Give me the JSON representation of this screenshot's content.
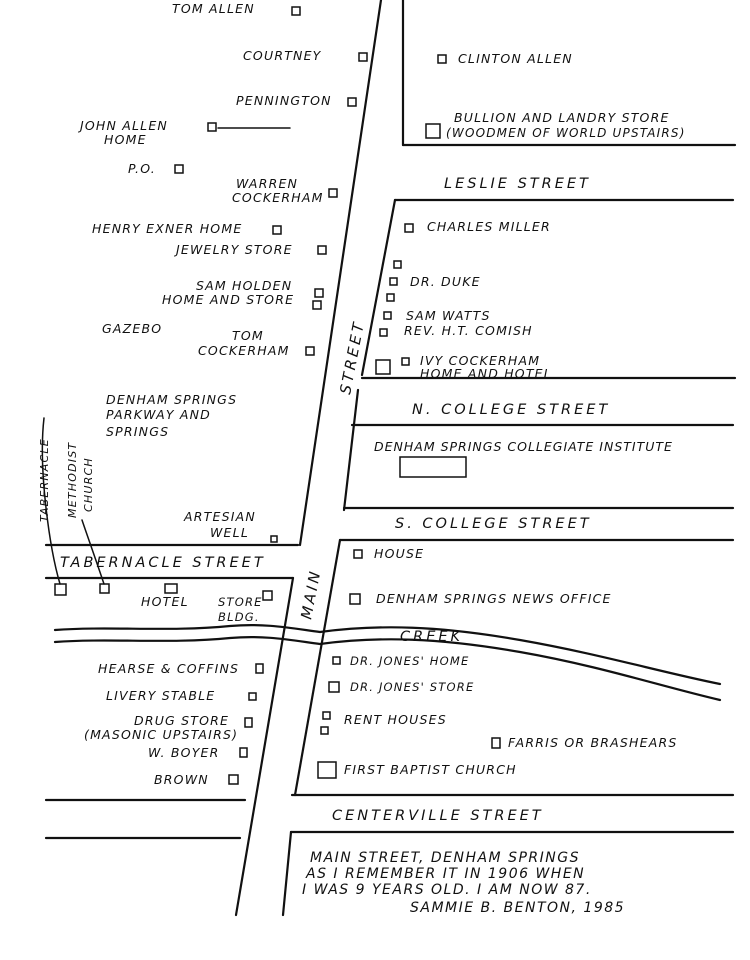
{
  "streets": {
    "main": "MAIN STREET",
    "leslie": "LESLIE STREET",
    "n_college": "N. COLLEGE STREET",
    "s_college": "S. COLLEGE STREET",
    "tabernacle": "TABERNACLE STREET",
    "centerville": "CENTERVILLE STREET",
    "creek": "CREEK"
  },
  "west_side": {
    "tom_allen": "TOM ALLEN",
    "courtney": "COURTNEY",
    "pennington": "PENNINGTON",
    "john_allen_home": [
      "JOHN ALLEN",
      "HOME"
    ],
    "po": "P.O.",
    "warren_cockerham": [
      "WARREN",
      "COCKERHAM"
    ],
    "henry_exner_home": "HENRY EXNER HOME",
    "jewelry_store": "JEWELRY STORE",
    "sam_holden": [
      "SAM HOLDEN",
      "HOME AND STORE"
    ],
    "gazebo": "GAZEBO",
    "tom_cockerham": [
      "TOM",
      "COCKERHAM"
    ],
    "parkway": [
      "DENHAM SPRINGS",
      "PARKWAY AND",
      "SPRINGS"
    ],
    "artesian_well": [
      "ARTESIAN",
      "WELL"
    ],
    "tabernacle": "TABERNACLE",
    "methodist_church": [
      "METHODIST",
      "CHURCH"
    ],
    "hotel": "HOTEL",
    "store_bldg": [
      "STORE",
      "BLDG."
    ],
    "hearse": "HEARSE & COFFINS",
    "livery": "LIVERY STABLE",
    "drug_store": [
      "DRUG STORE",
      "(MASONIC UPSTAIRS)"
    ],
    "w_boyer": "W. BOYER",
    "brown": "BROWN"
  },
  "east_side": {
    "clinton_allen": "CLINTON ALLEN",
    "bullion": [
      "BULLION AND LANDRY STORE",
      "(WOODMEN OF WORLD UPSTAIRS)"
    ],
    "charles_miller": "CHARLES MILLER",
    "dr_duke": "DR. DUKE",
    "sam_watts": "SAM WATTS",
    "rev_comish": "REV. H.T. COMISH",
    "ivy_cockerham": [
      "IVY COCKERHAM",
      "HOME AND HOTEL"
    ],
    "institute": "DENHAM SPRINGS COLLEGIATE INSTITUTE",
    "house": "HOUSE",
    "news_office": "DENHAM SPRINGS NEWS OFFICE",
    "dr_jones_home": "DR. JONES' HOME",
    "dr_jones_store": "DR. JONES' STORE",
    "rent_houses": "RENT HOUSES",
    "farris": "FARRIS OR BRASHEARS",
    "first_baptist": "FIRST BAPTIST CHURCH"
  },
  "note": {
    "lines": [
      "MAIN STREET, DENHAM SPRINGS",
      "AS I REMEMBER IT IN 1906 WHEN",
      "I WAS 9 YEARS OLD. I AM NOW 87.",
      "SAMMIE B. BENTON, 1985"
    ]
  }
}
